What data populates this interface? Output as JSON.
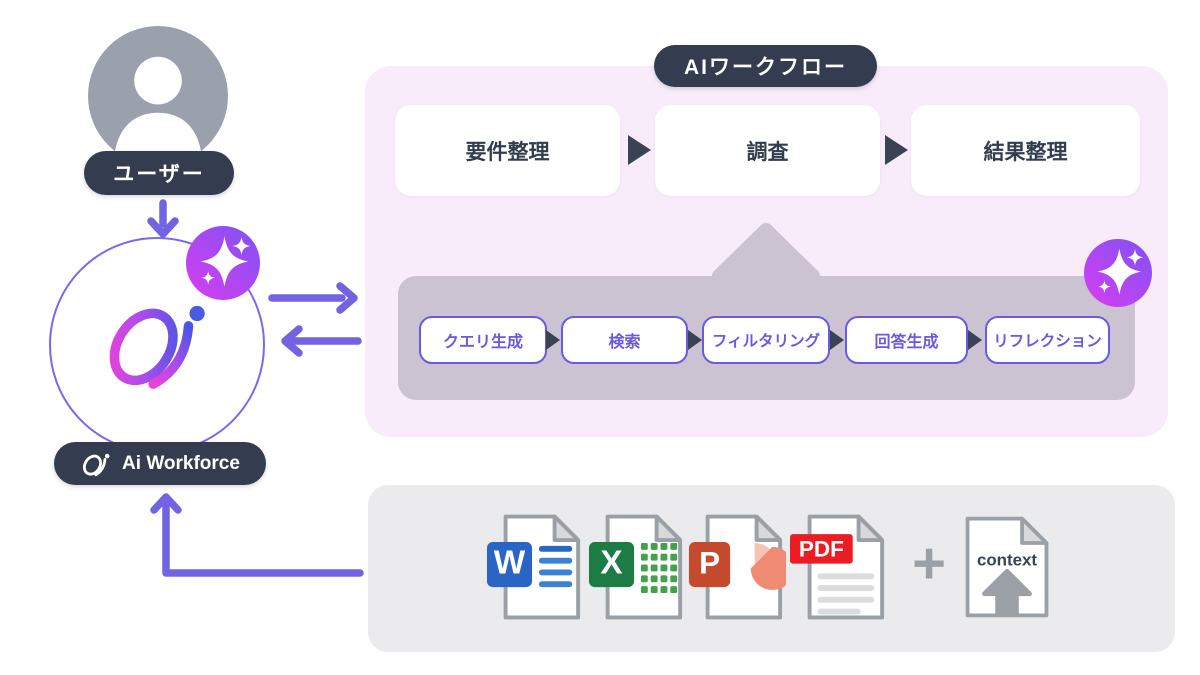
{
  "user": {
    "label": "ユーザー"
  },
  "agent": {
    "label": "Ai Workforce"
  },
  "workflow": {
    "title": "AIワークフロー",
    "steps": [
      {
        "label": "要件整理"
      },
      {
        "label": "調査"
      },
      {
        "label": "結果整理"
      }
    ],
    "substeps": [
      {
        "label": "クエリ生成"
      },
      {
        "label": "検索"
      },
      {
        "label": "フィルタリング"
      },
      {
        "label": "回答生成"
      },
      {
        "label": "リフレクション"
      }
    ]
  },
  "documents": {
    "word_letter": "W",
    "excel_letter": "X",
    "ppt_letter": "P",
    "pdf_label": "PDF",
    "plus": "+",
    "context_label": "context"
  },
  "colors": {
    "navy": "#333d4f",
    "arrow_purple": "#7263e3",
    "sub_purple": "#6a5ae0",
    "panel_pink": "#f8ecfa",
    "band_gray_purple": "#cbc2d2",
    "docs_gray": "#ebebed",
    "avatar_gray": "#9aa1ad",
    "word_blue": "#2a65c5",
    "excel_green": "#1d7c45",
    "ppt_red": "#c64a2e",
    "pdf_red": "#ec1c24",
    "icon_gray": "#9aa0a6",
    "gradient_pink": "#ef41d8",
    "gradient_blue": "#4956e3"
  }
}
